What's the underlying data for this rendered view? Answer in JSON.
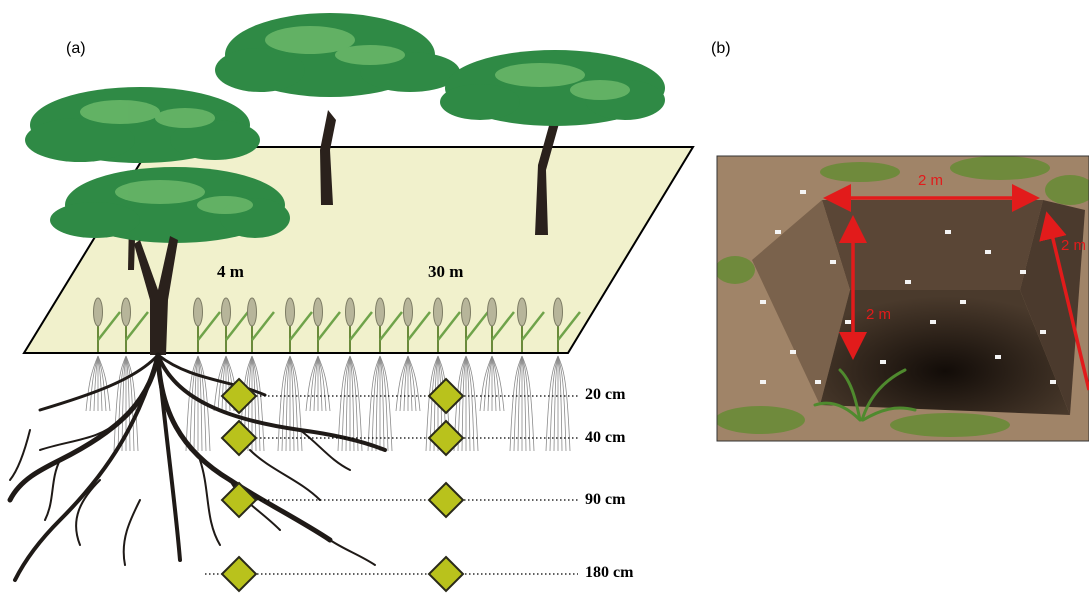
{
  "figure": {
    "panel_a": {
      "label": "(a)",
      "distance_labels": [
        "4 m",
        "30 m"
      ],
      "depth_labels": [
        "20 cm",
        "40 cm",
        "90 cm",
        "180 cm"
      ]
    },
    "panel_b": {
      "label": "(b)",
      "pit_width_label": "2 m",
      "pit_depth_label": "2 m",
      "pit_length_label": "2 m"
    }
  },
  "colors": {
    "plot_fill": "#f1f1cc",
    "sensor_fill": "#b9c21c",
    "dimension_arrow": "#e21b1b",
    "canopy": "#2f8a45",
    "roots": "#1f1a17"
  }
}
